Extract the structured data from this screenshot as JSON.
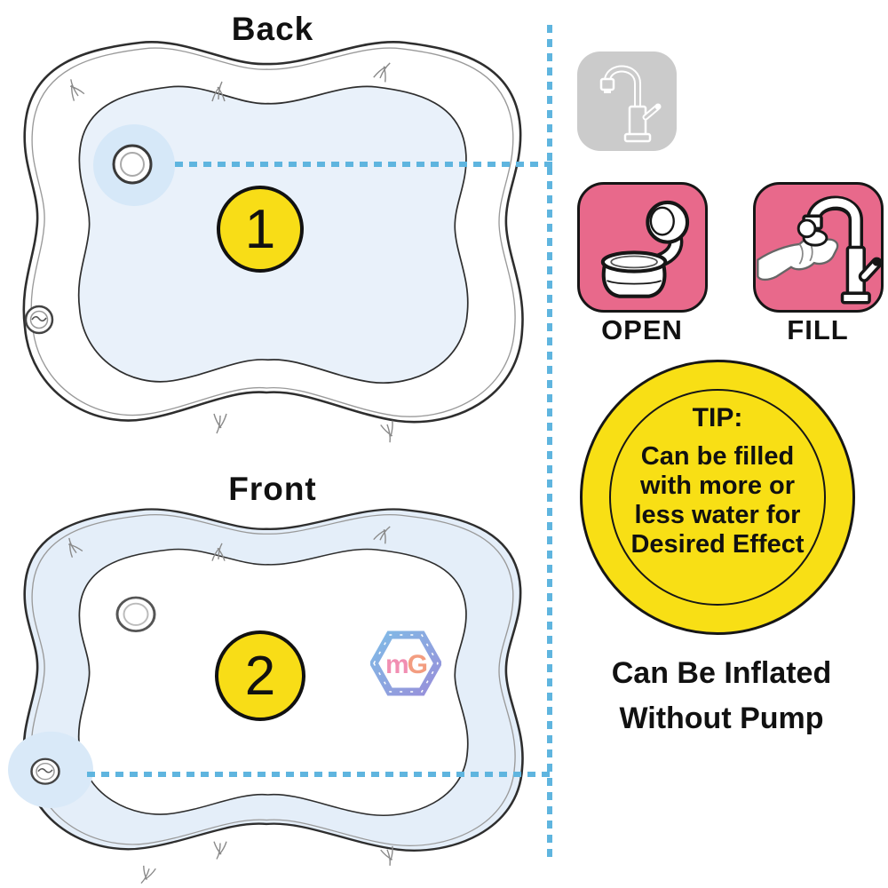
{
  "back_view": {
    "title": "Back",
    "badge": "1"
  },
  "front_view": {
    "title": "Front",
    "badge": "2"
  },
  "steps": [
    {
      "label": "OPEN"
    },
    {
      "label": "FILL"
    }
  ],
  "tip": {
    "heading": "TIP:",
    "lines": [
      "Can be filled",
      "with more or",
      "less water for",
      "Desired Effect"
    ]
  },
  "caption": {
    "line1": "Can Be Inflated",
    "line2": "Without Pump"
  },
  "logo": {
    "m": "m",
    "g": "G"
  },
  "icons": {
    "gray_box": "faucet-icon",
    "open_box": "valve-cap-open-icon",
    "fill_box": "fill-under-tap-icon",
    "mat_valves": "inflation-valve-icon"
  },
  "colors": {
    "badge_yellow": "#F8DD17",
    "tip_yellow": "#F8DF15",
    "step_pink": "#E8698B",
    "dashed_blue": "#5FB5DF",
    "mat_water_blue": "#E9F1FA",
    "valve_highlight_blue": "#D6E8F8",
    "icon_gray": "#CBCBCB",
    "outline_black": "#161616"
  }
}
